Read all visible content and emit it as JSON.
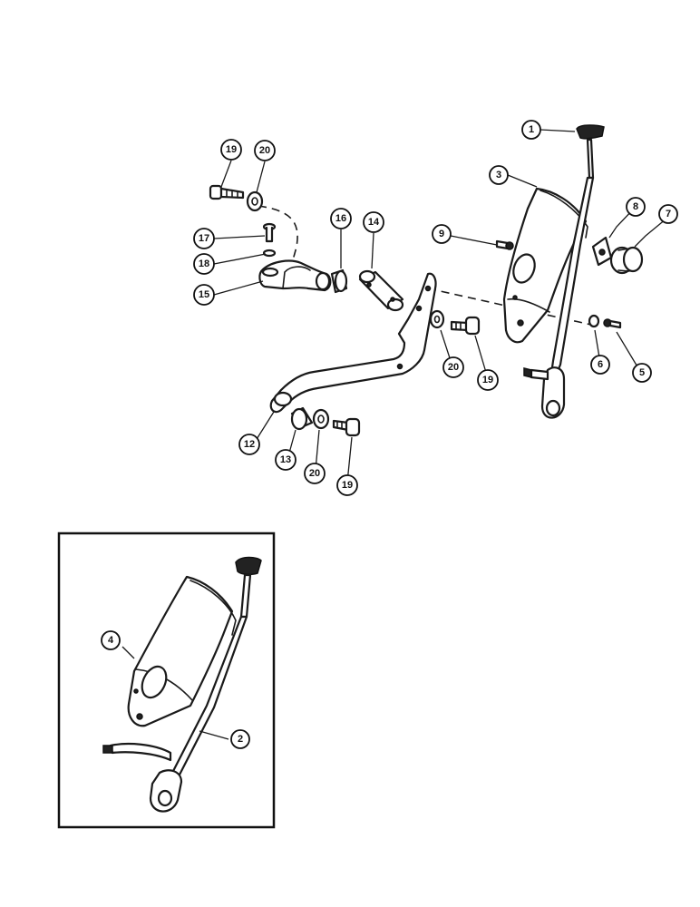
{
  "callouts": {
    "c1": "1",
    "c2": "2",
    "c3": "3",
    "c4": "4",
    "c5": "5",
    "c6": "6",
    "c7": "7",
    "c8": "8",
    "c9": "9",
    "c12": "12",
    "c13": "13",
    "c14": "14",
    "c15": "15",
    "c16": "16",
    "c17": "17",
    "c18": "18",
    "c19a": "19",
    "c19b": "19",
    "c19c": "19",
    "c20a": "20",
    "c20b": "20",
    "c20c": "20"
  }
}
